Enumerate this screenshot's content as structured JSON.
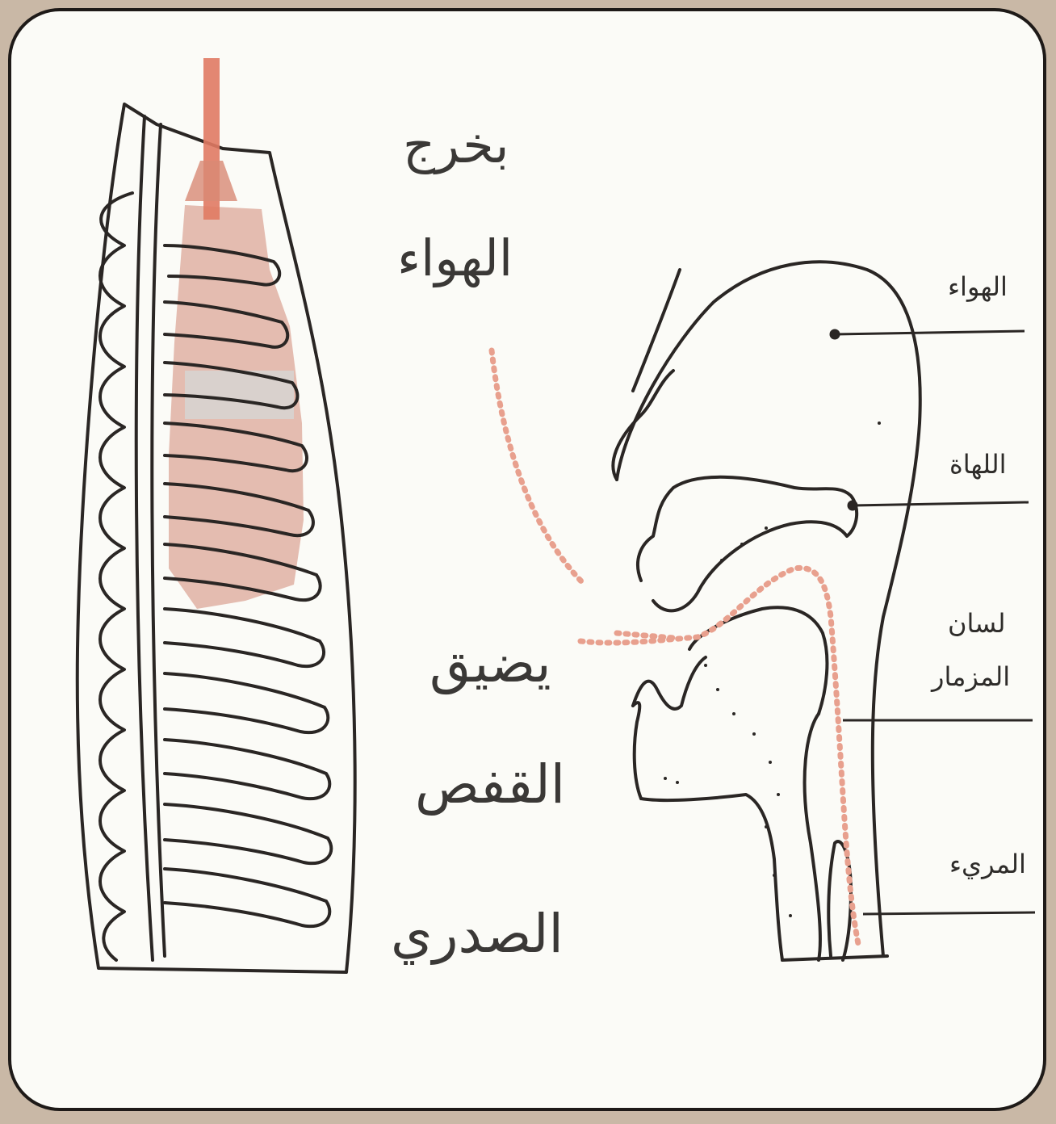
{
  "left_caption": {
    "line1": "بخرج",
    "line2": "الهواء"
  },
  "middle_caption": {
    "line1": "يضيق",
    "line2": "القفص",
    "line3": "الصدري"
  },
  "labels": {
    "air": "الهواء",
    "uvula": "اللهاة",
    "epiglottis_line1": "لسان",
    "epiglottis_line2": "المزمار",
    "esophagus": "المريء"
  },
  "colors": {
    "frame_border": "#1e1a18",
    "background": "#fbfbf7",
    "outline": "#2a2624",
    "muscle_pink": "#d9a293",
    "air_arrow": "#e07a63",
    "dotted_path": "#e8a08e"
  }
}
